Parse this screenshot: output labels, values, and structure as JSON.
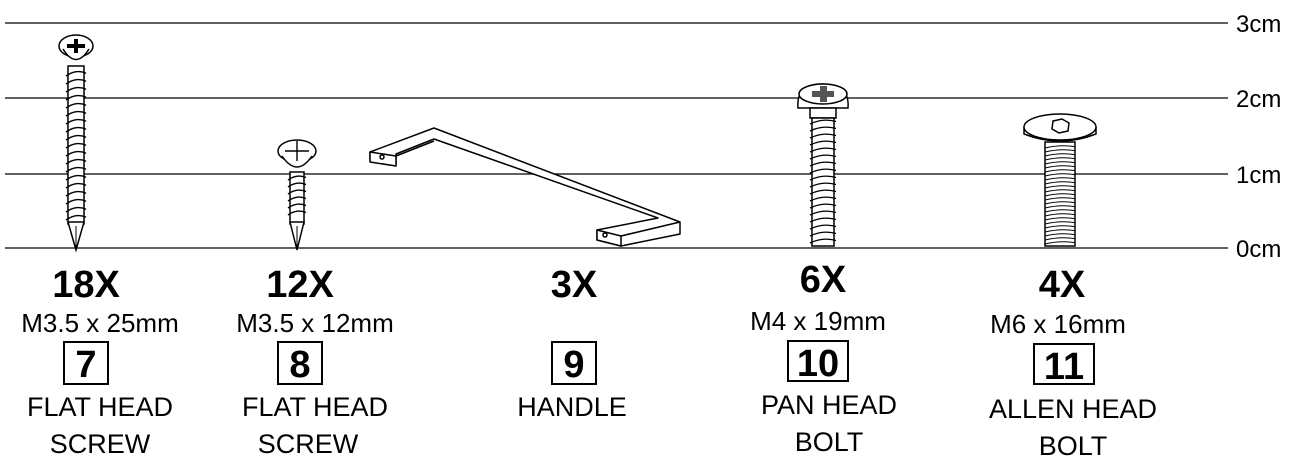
{
  "scale": {
    "ticks": [
      "3cm",
      "2cm",
      "1cm",
      "0cm"
    ]
  },
  "parts": [
    {
      "qty": "18X",
      "spec": "M3.5 x 25mm",
      "number": "7",
      "name_lines": [
        "FLAT HEAD",
        "SCREW"
      ],
      "icon": "flat-head-screw-long-icon"
    },
    {
      "qty": "12X",
      "spec": "M3.5 x 12mm",
      "number": "8",
      "name_lines": [
        "FLAT HEAD",
        "SCREW"
      ],
      "icon": "flat-head-screw-short-icon"
    },
    {
      "qty": "3X",
      "spec": "",
      "number": "9",
      "name_lines": [
        "HANDLE",
        ""
      ],
      "icon": "handle-icon"
    },
    {
      "qty": "6X",
      "spec": "M4 x 19mm",
      "number": "10",
      "name_lines": [
        "PAN HEAD",
        "BOLT"
      ],
      "icon": "pan-head-bolt-icon"
    },
    {
      "qty": "4X",
      "spec": "M6 x 16mm",
      "number": "11",
      "name_lines": [
        "ALLEN HEAD",
        "BOLT"
      ],
      "icon": "allen-head-bolt-icon"
    }
  ]
}
